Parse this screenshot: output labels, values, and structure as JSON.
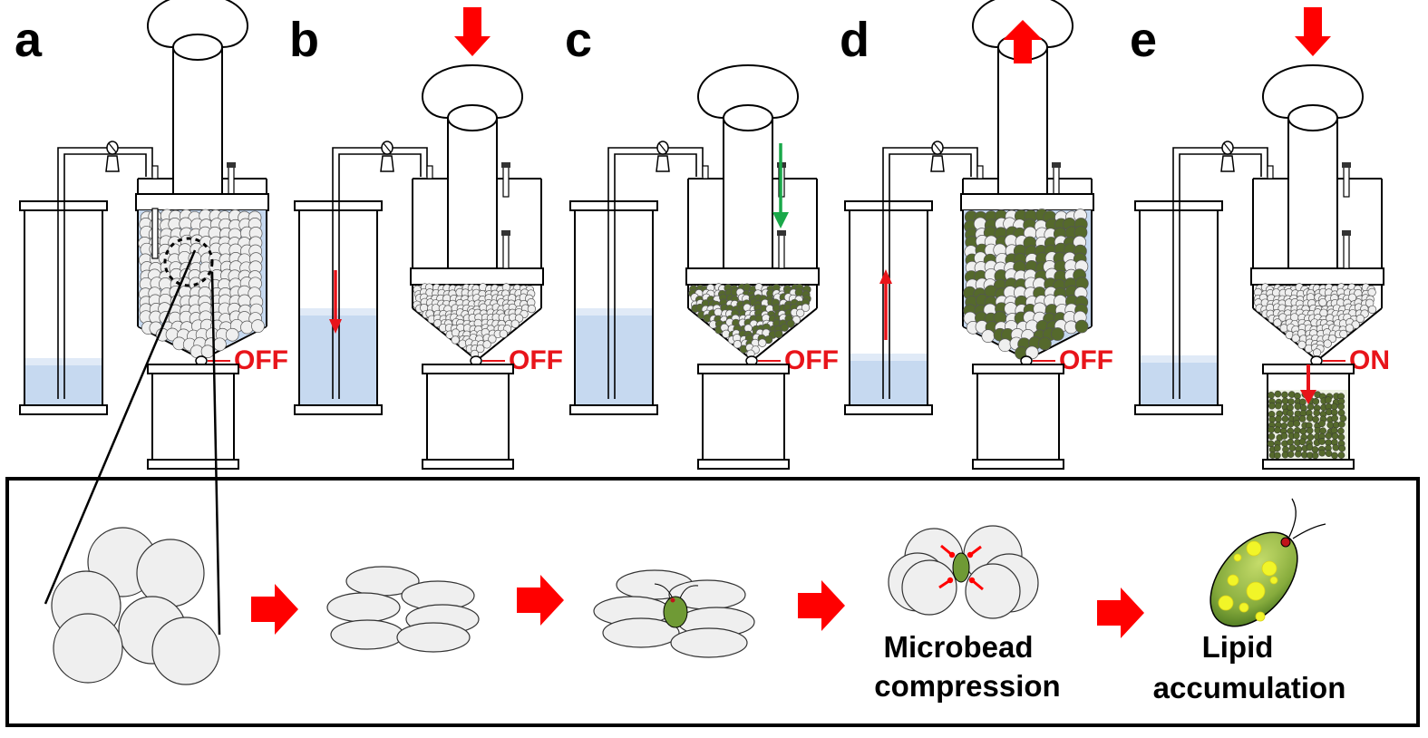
{
  "panels": [
    {
      "letter": "a",
      "valve_state": "OFF"
    },
    {
      "letter": "b",
      "valve_state": "OFF"
    },
    {
      "letter": "c",
      "valve_state": "OFF"
    },
    {
      "letter": "d",
      "valve_state": "OFF"
    },
    {
      "letter": "e",
      "valve_state": "ON"
    }
  ],
  "bottom_captions": {
    "compression_line1": "Microbead",
    "compression_line2": "compression",
    "lipid_line1": "Lipid",
    "lipid_line2": "accumulation"
  },
  "colors": {
    "valve_red": "#e8141a",
    "arrow_red": "#ff0000",
    "green_arrow": "#1aa84a",
    "liquid_blue": "#c6d9f0",
    "bead_fill": "#efefef",
    "cell_green": "#6f9a35"
  }
}
